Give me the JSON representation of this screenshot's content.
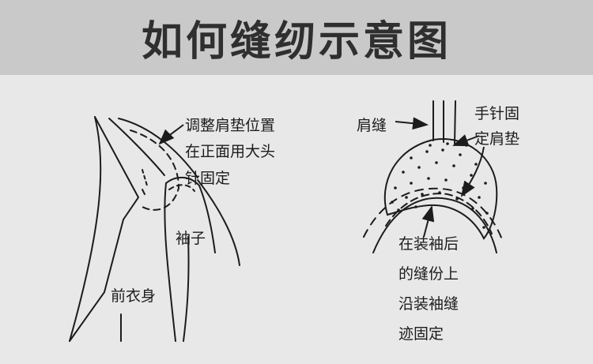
{
  "title": "如何缝纫示意图",
  "left_figure": {
    "note_lines": [
      "调整肩垫位置",
      "在正面用大头",
      "针固定"
    ],
    "sleeve_label": "袖子",
    "front_body_label": "前衣身"
  },
  "right_figure": {
    "shoulder_seam_label": "肩缝",
    "hand_stitch_lines": [
      "手针固",
      "定肩垫"
    ],
    "seam_allowance_lines": [
      "在装袖后",
      "的缝份上",
      "沿装袖缝",
      "迹固定"
    ]
  },
  "colors": {
    "title_bar": "#c9c9c9",
    "background": "#e8e8e8",
    "ink": "#1c1c1c"
  }
}
